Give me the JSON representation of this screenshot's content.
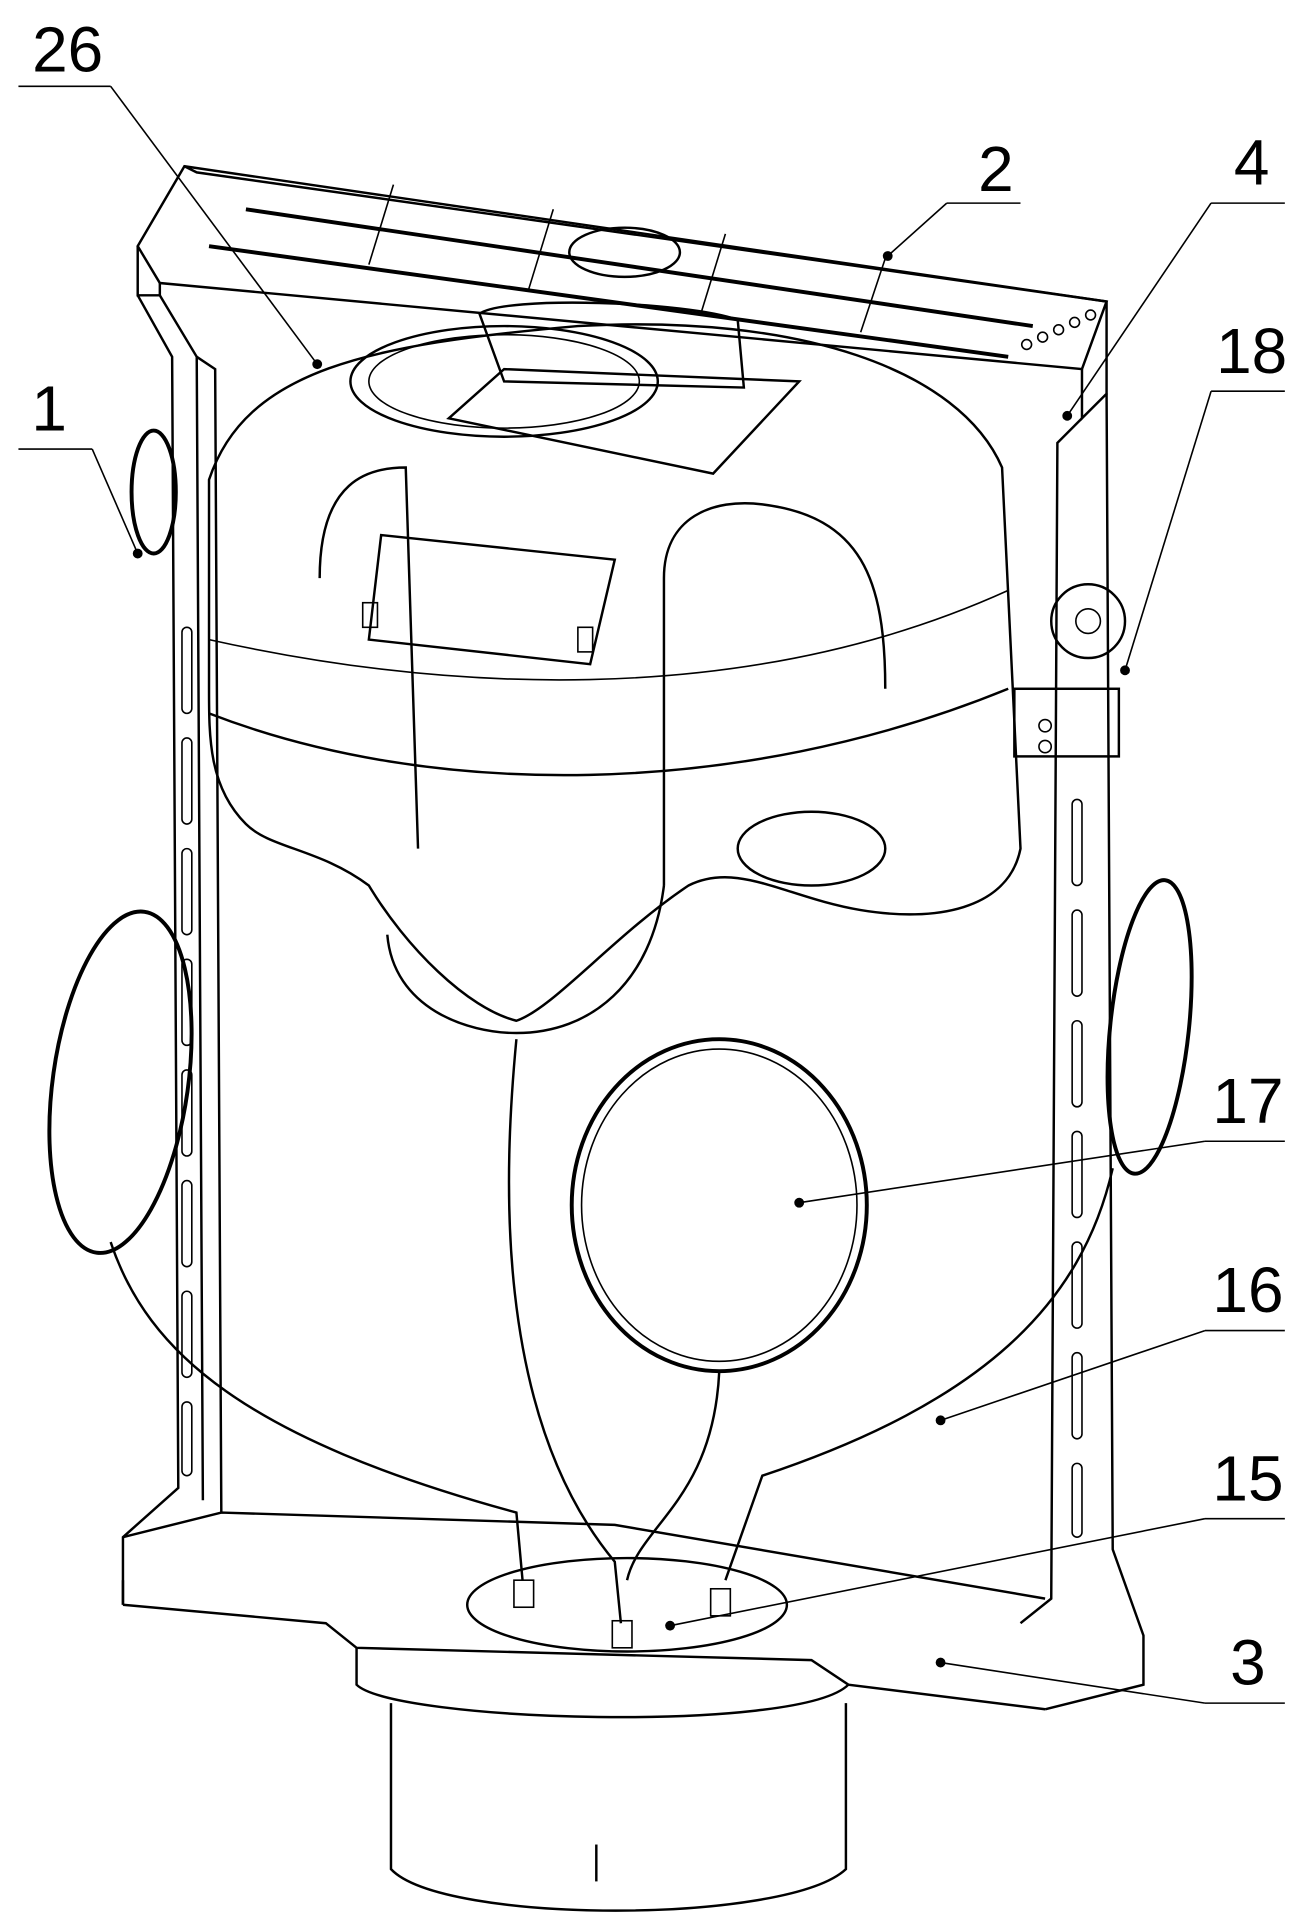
{
  "figure": {
    "labels": [
      {
        "id": "26",
        "text": "26"
      },
      {
        "id": "2",
        "text": "2"
      },
      {
        "id": "4",
        "text": "4"
      },
      {
        "id": "18",
        "text": "18"
      },
      {
        "id": "1",
        "text": "1"
      },
      {
        "id": "17",
        "text": "17"
      },
      {
        "id": "16",
        "text": "16"
      },
      {
        "id": "15",
        "text": "15"
      },
      {
        "id": "3",
        "text": "3"
      }
    ]
  }
}
